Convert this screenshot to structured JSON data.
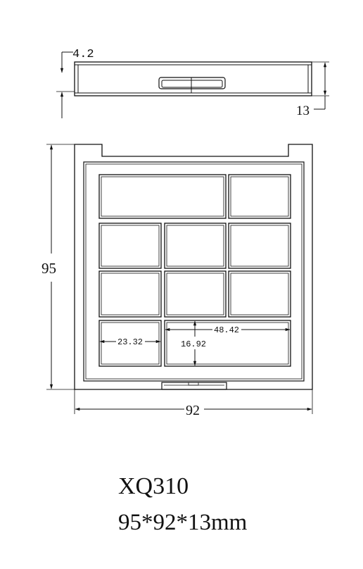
{
  "side_view": {
    "dim_top_gap": "4.2",
    "dim_height": "13"
  },
  "top_view": {
    "dim_height": "95",
    "dim_width": "92",
    "dim_small_pan_width": "23.32",
    "dim_large_pan_width": "48.42",
    "dim_pan_height": "16.92"
  },
  "caption": {
    "model": "XQ310",
    "size": "95*92*13mm"
  }
}
